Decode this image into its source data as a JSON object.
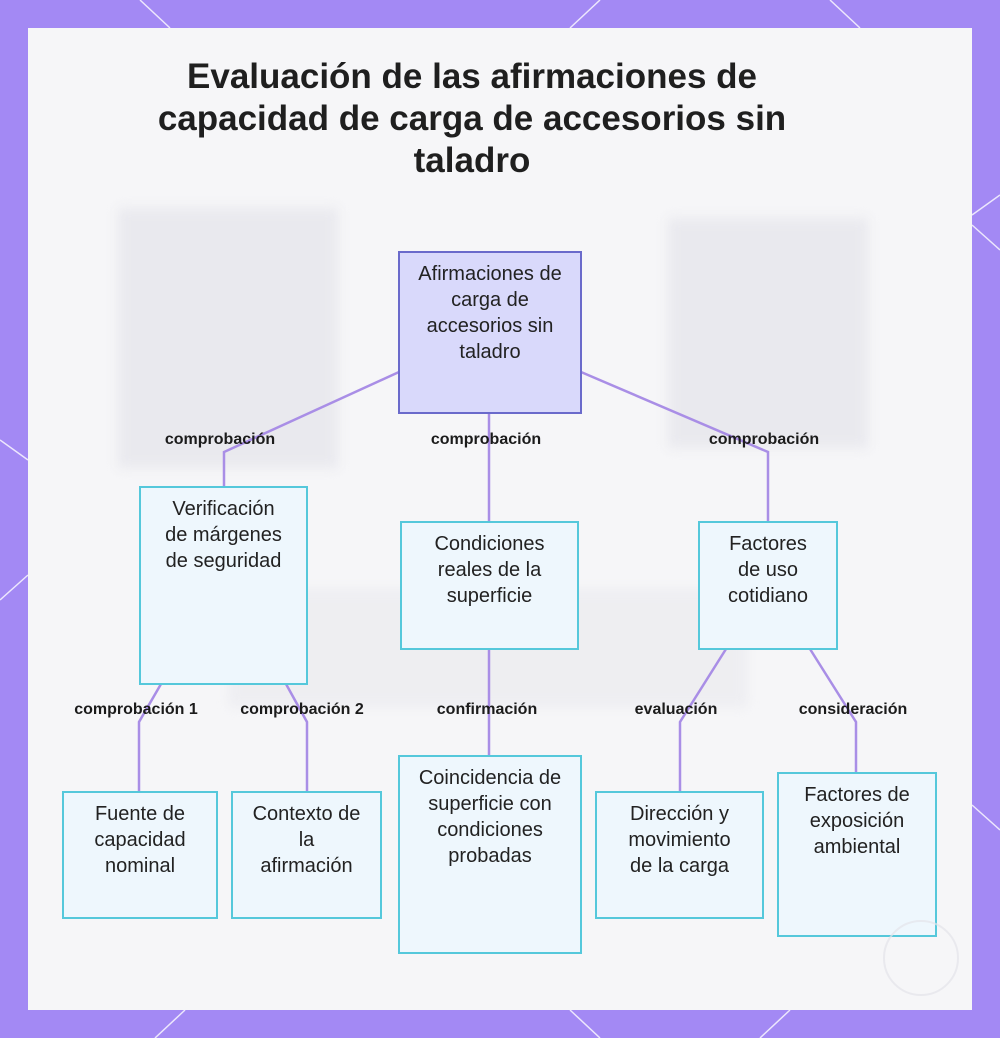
{
  "title": "Evaluación de las afirmaciones de capacidad de carga de accesorios sin taladro",
  "colors": {
    "frame": "#a389f4",
    "panel": "#f6f6f8",
    "root_fill": "#d9d9fb",
    "root_border": "#6a6acb",
    "node_fill": "#eef7fd",
    "node_border": "#55c8db",
    "connector": "#a98ee6"
  },
  "nodes": {
    "root": "Afirmaciones de carga de accesorios sin taladro",
    "safety_margins": "Verificación de márgenes de seguridad",
    "surface_conditions": "Condiciones reales de la superficie",
    "daily_use": "Factores de uso cotidiano",
    "nominal_capacity": "Fuente de capacidad nominal",
    "claim_context": "Contexto de la afirmación",
    "surface_match": "Coincidencia de superficie con condiciones probadas",
    "load_direction": "Dirección y movimiento de la carga",
    "environment": "Factores de exposición ambiental"
  },
  "edges": {
    "root_to_safety": "comprobación",
    "root_to_surface": "comprobación",
    "root_to_daily": "comprobación",
    "safety_to_nominal": "comprobación 1",
    "safety_to_context": "comprobación 2",
    "surface_to_match": "confirmación",
    "daily_to_direction": "evaluación",
    "daily_to_environment": "consideración"
  }
}
